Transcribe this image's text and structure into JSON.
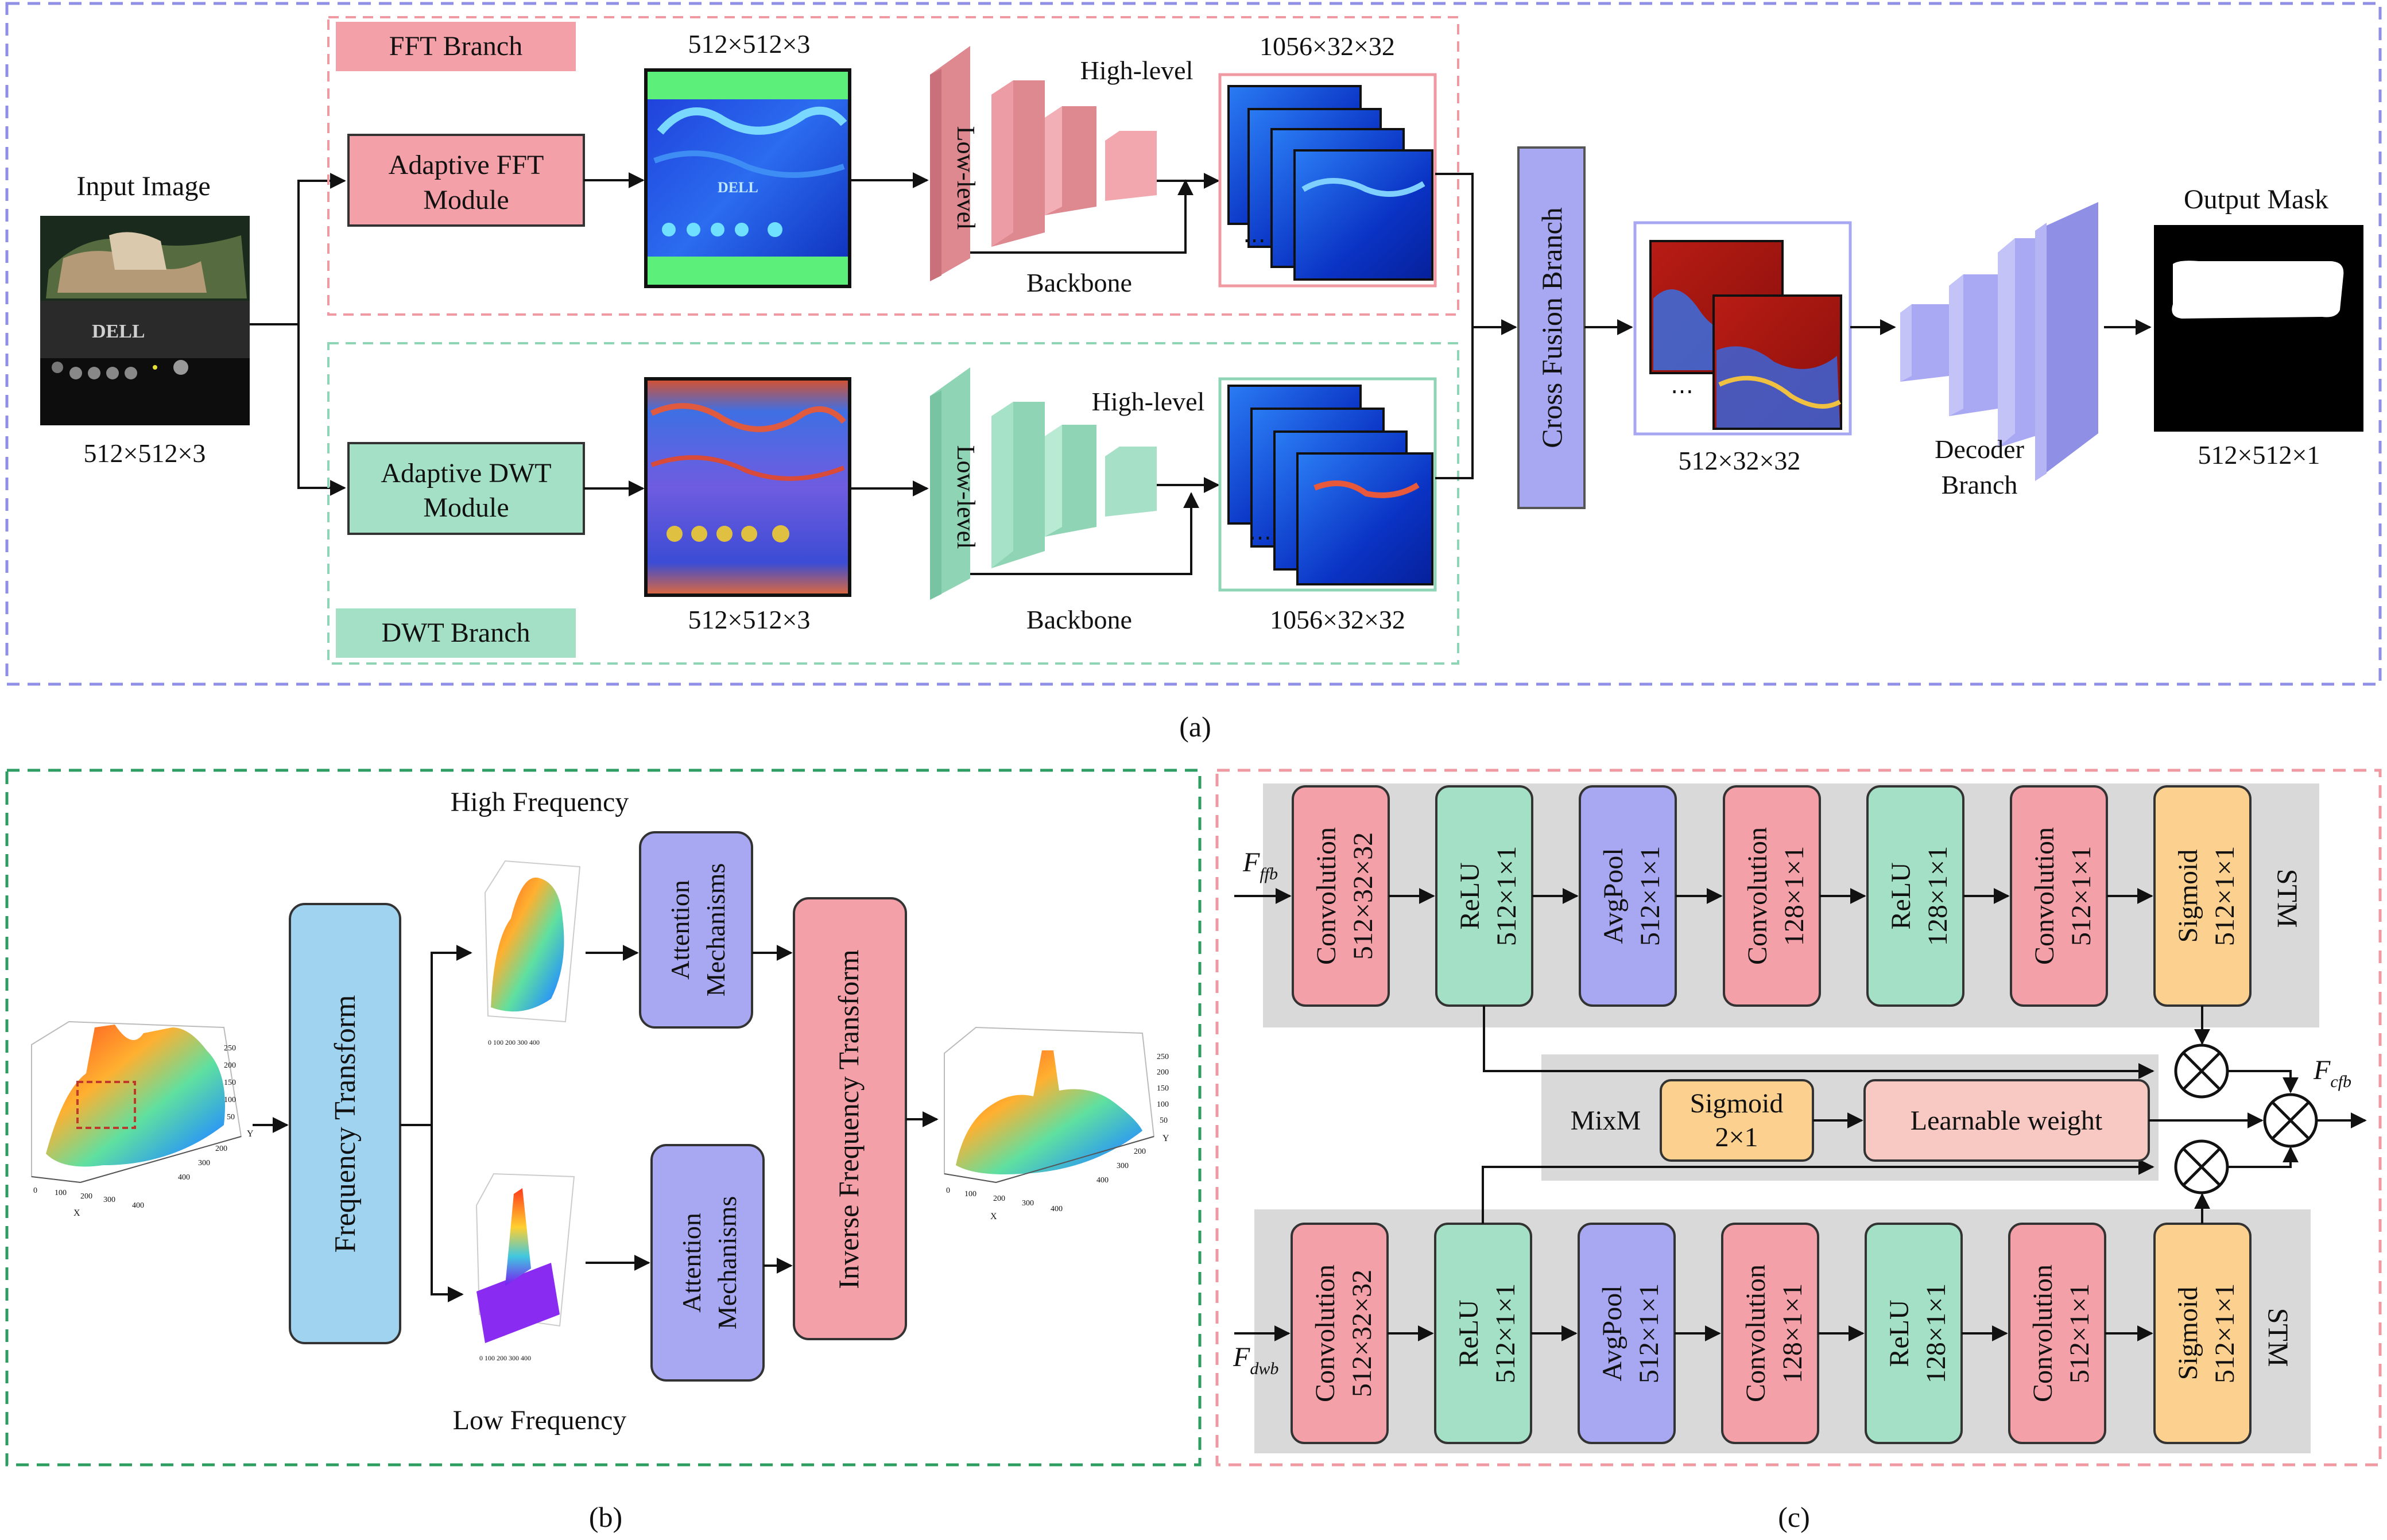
{
  "panel_a": {
    "caption": "(a)",
    "input": {
      "title": "Input Image",
      "dims": "512×512×3",
      "logo": "DELL"
    },
    "fft_branch": {
      "label": "FFT Branch",
      "module_l1": "Adaptive FFT",
      "module_l2": "Module",
      "feature_dims": "512×512×3",
      "backbone": "Backbone",
      "low": "Low-level",
      "high": "High-level",
      "out_dims": "1056×32×32",
      "ellipsis": "⋯"
    },
    "dwt_branch": {
      "label": "DWT Branch",
      "module_l1": "Adaptive DWT",
      "module_l2": "Module",
      "feature_dims": "512×512×3",
      "backbone": "Backbone",
      "low": "Low-level",
      "high": "High-level",
      "out_dims": "1056×32×32",
      "ellipsis": "⋯"
    },
    "cross_fusion": "Cross Fusion Branch",
    "fused_dims": "512×32×32",
    "fused_ellipsis": "⋯",
    "decoder_l1": "Decoder",
    "decoder_l2": "Branch",
    "output": {
      "title": "Output Mask",
      "dims": "512×512×1"
    }
  },
  "panel_b": {
    "caption": "(b)",
    "high_frequency": "High Frequency",
    "low_frequency": "Low Frequency",
    "frequency_transform": "Frequency Transform",
    "attention_l1": "Attention",
    "attention_l2": "Mechanisms",
    "inverse_transform": "Inverse Frequency Transform"
  },
  "panel_c": {
    "caption": "(c)",
    "stm": "STM",
    "mixm": "MixM",
    "input_top": "F",
    "input_top_sub": "ffb",
    "input_bottom": "F",
    "input_bottom_sub": "dwb",
    "output": "F",
    "output_sub": "cfb",
    "mix_sigmoid_l1": "Sigmoid",
    "mix_sigmoid_l2": "2×1",
    "learnable_weight": "Learnable weight",
    "blocks": [
      {
        "name": "Convolution",
        "dims": "512×32×32",
        "color": "#f4a0a8"
      },
      {
        "name": "ReLU",
        "dims": "512×1×1",
        "color": "#a3e0c6"
      },
      {
        "name": "AvgPool",
        "dims": "512×1×1",
        "color": "#a7a7f2"
      },
      {
        "name": "Convolution",
        "dims": "128×1×1",
        "color": "#f4a0a8"
      },
      {
        "name": "ReLU",
        "dims": "128×1×1",
        "color": "#a3e0c6"
      },
      {
        "name": "Convolution",
        "dims": "512×1×1",
        "color": "#f4a0a8"
      },
      {
        "name": "Sigmoid",
        "dims": "512×1×1",
        "color": "#fcd08e"
      }
    ]
  },
  "colors": {
    "panel_a_border": "#8f8fe6",
    "panel_b_border": "#2e9d62",
    "panel_c_border": "#ef9aa3",
    "fft_pink": "#f4a0a8",
    "dwt_green": "#a3e0c6",
    "backbone_pink": "#de8890",
    "backbone_green": "#8fd4b4",
    "fusion_purple": "#a7a7f2",
    "decoder_purple": "#a9a9f3",
    "blue_box": "#9fd3f0",
    "stm_gray": "#d9d9d9"
  }
}
